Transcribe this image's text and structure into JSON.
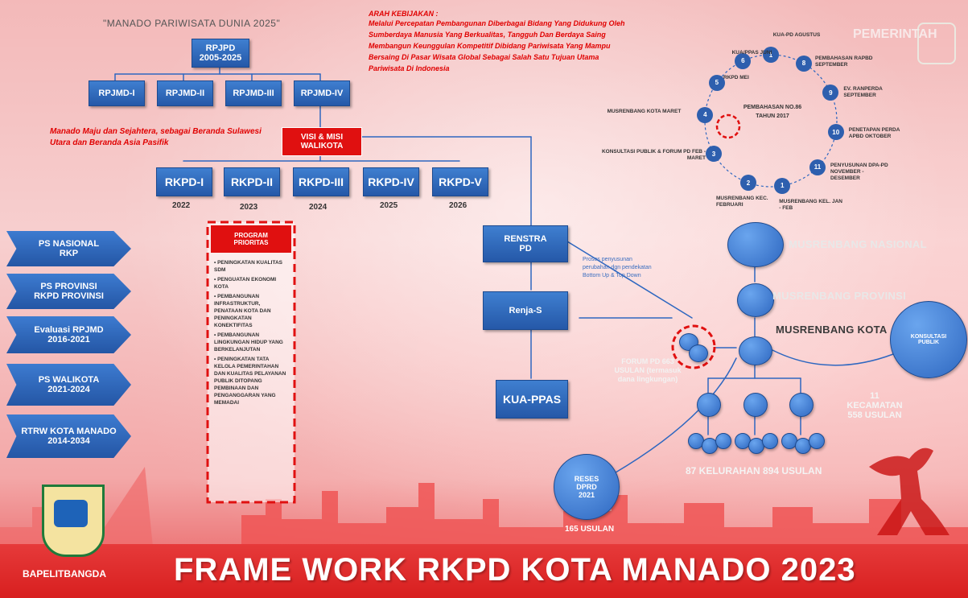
{
  "slogan": "\"MANADO PARIWISATA DUNIA 2025\"",
  "rpjpd": {
    "line1": "RPJPD",
    "line2": "2005-2025"
  },
  "rpjmd": [
    "RPJMD-I",
    "RPJMD-II",
    "RPJMD-III",
    "RPJMD-IV"
  ],
  "arah": {
    "title": "ARAH KEBIJAKAN :",
    "text": "Melalui Percepatan Pembangunan Diberbagai Bidang Yang Didukung Oleh Sumberdaya Manusia Yang Berkualitas, Tangguh Dan Berdaya Saing Membangun Keunggulan Kompetitif Dibidang Pariwisata Yang Mampu Bersaing Di Pasar Wisata Global Sebagai Salah Satu Tujuan Utama Pariwisata Di Indonesia"
  },
  "vision_text": "Manado Maju dan Sejahtera, sebagai Beranda Sulawesi Utara dan Beranda Asia Pasifik",
  "visi": {
    "line1": "VISI & MISI",
    "line2": "WALIKOTA"
  },
  "rkpd": [
    {
      "label": "RKPD-I",
      "year": "2022"
    },
    {
      "label": "RKPD-II",
      "year": "2023"
    },
    {
      "label": "RKPD-III",
      "year": "2024"
    },
    {
      "label": "RKPD-IV",
      "year": "2025"
    },
    {
      "label": "RKPD-V",
      "year": "2026"
    }
  ],
  "program": {
    "title": "PROGRAM PRIORITAS",
    "items": [
      "PENINGKATAN KUALITAS SDM",
      "PENGUATAN EKONOMI KOTA",
      "PEMBANGUNAN INFRASTRUKTUR, PENATAAN KOTA DAN PENINGKATAN KONEKTIFITAS",
      "PEMBANGUNAN LINGKUNGAN HIDUP YANG BERKELANJUTAN",
      "PENINGKATAN TATA KELOLA PEMERINTAHAN DAN KUALITAS PELAYANAN PUBLIK DITOPANG PEMBINAAN DAN PENGANGGARAN YANG MEMADAI"
    ]
  },
  "left_arrows": [
    {
      "line1": "PS NASIONAL",
      "line2": "RKP"
    },
    {
      "line1": "PS PROVINSI",
      "line2": "RKPD PROVINSI"
    },
    {
      "line1": "Evaluasi RPJMD",
      "line2": "2016-2021"
    },
    {
      "line1": "PS WALIKOTA",
      "line2": "2021-2024"
    },
    {
      "line1": "RTRW KOTA MANADO",
      "line2": "2014-2034"
    }
  ],
  "renstra": {
    "line1": "RENSTRA",
    "line2": "PD"
  },
  "renja": "Renja-S",
  "kua": "KUA-PPAS",
  "renstra_note": "Proses penyusunan perubahan dgn pendekatan Bottom Up & Top Down",
  "cycle": {
    "center": "PEMBAHASAN NO.86 TAHUN 2017",
    "nodes": [
      {
        "n": "1",
        "label": "KUA-PD AGUSTUS"
      },
      {
        "n": "8",
        "label": "PEMBAHASAN RAPBD SEPTEMBER"
      },
      {
        "n": "9",
        "label": "EV. RANPERDA SEPTEMBER"
      },
      {
        "n": "10",
        "label": "PENETAPAN PERDA APBD OKTOBER"
      },
      {
        "n": "11",
        "label": "PENYUSUNAN DPA-PD NOVEMBER - DESEMBER"
      },
      {
        "n": "1",
        "label": "MUSRENBANG KEL. JAN - FEB"
      },
      {
        "n": "2",
        "label": "MUSRENBANG KEC. FEBRUARI"
      },
      {
        "n": "3",
        "label": "KONSULTASI PUBLIK & FORUM PD FEB - MARET"
      },
      {
        "n": "4",
        "label": "MUSRENBANG KOTA MARET"
      },
      {
        "n": "5",
        "label": "RKPD MEI"
      },
      {
        "n": "6",
        "label": "KUA/PPAS JUNI"
      }
    ]
  },
  "pemerintah": "PEMERINTAH",
  "levels": {
    "nasional": "MUSRENBANG NASIONAL",
    "provinsi": "MUSRENBANG PROVINSI",
    "kota": "MUSRENBANG KOTA",
    "kecamatan": "11 KECAMATAN 558 USULAN",
    "kelurahan": "87 KELURAHAN 894 USULAN",
    "forum": "FORUM PD 663 USULAN (termasuk dana lingkungan)"
  },
  "konsultasi": {
    "line1": "KONSULTASI",
    "line2": "PUBLIK"
  },
  "reses": {
    "line1": "RESES",
    "line2": "DPRD",
    "line3": "2021",
    "usulan": "165 USULAN"
  },
  "bottom": {
    "title": "FRAME WORK RKPD KOTA MANADO 2023",
    "org": "BAPELITBANGDA"
  },
  "colors": {
    "accent_red": "#e01010",
    "box_blue": "#2e67c0",
    "banner_red": "#e32b2b"
  }
}
